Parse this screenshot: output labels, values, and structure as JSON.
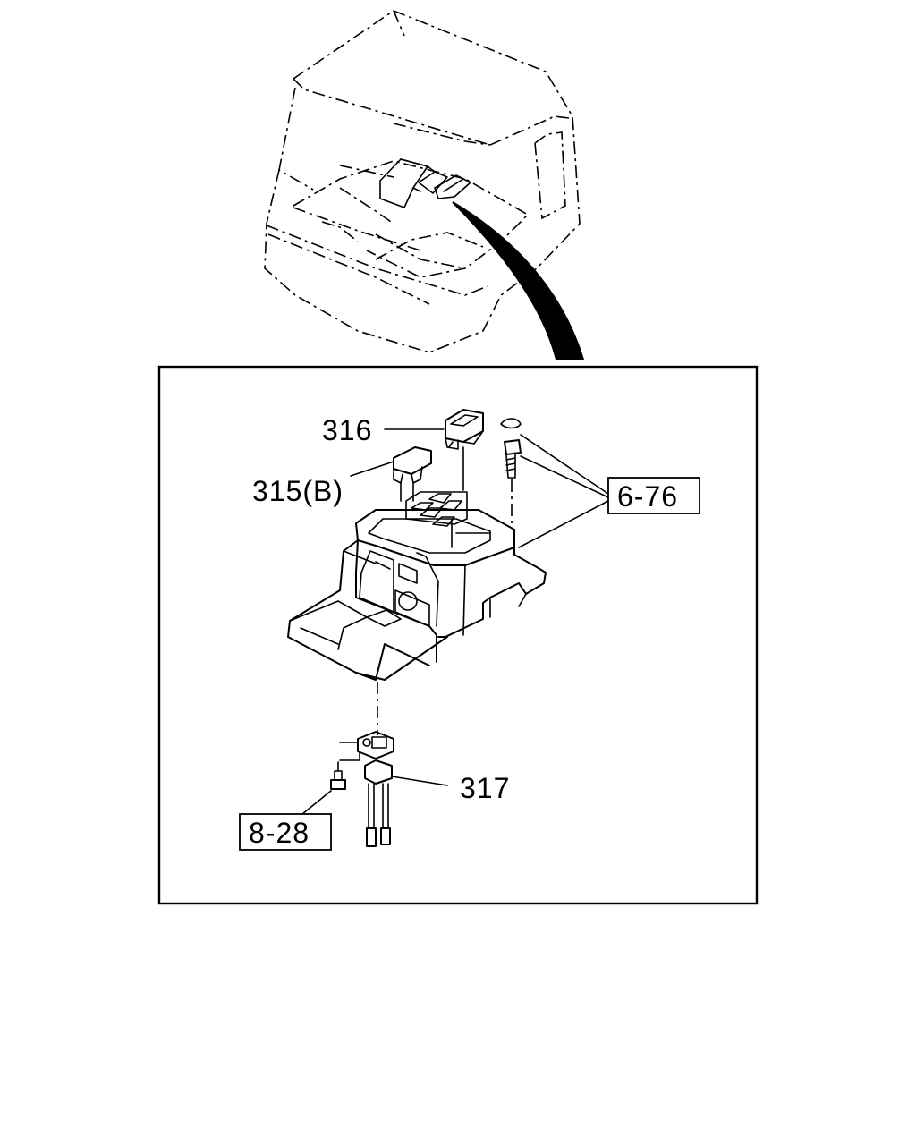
{
  "callouts": {
    "part_316": "316",
    "part_315b": "315(B)",
    "part_317": "317",
    "ref_6_76": "6-76",
    "ref_8_28": "8-28"
  }
}
